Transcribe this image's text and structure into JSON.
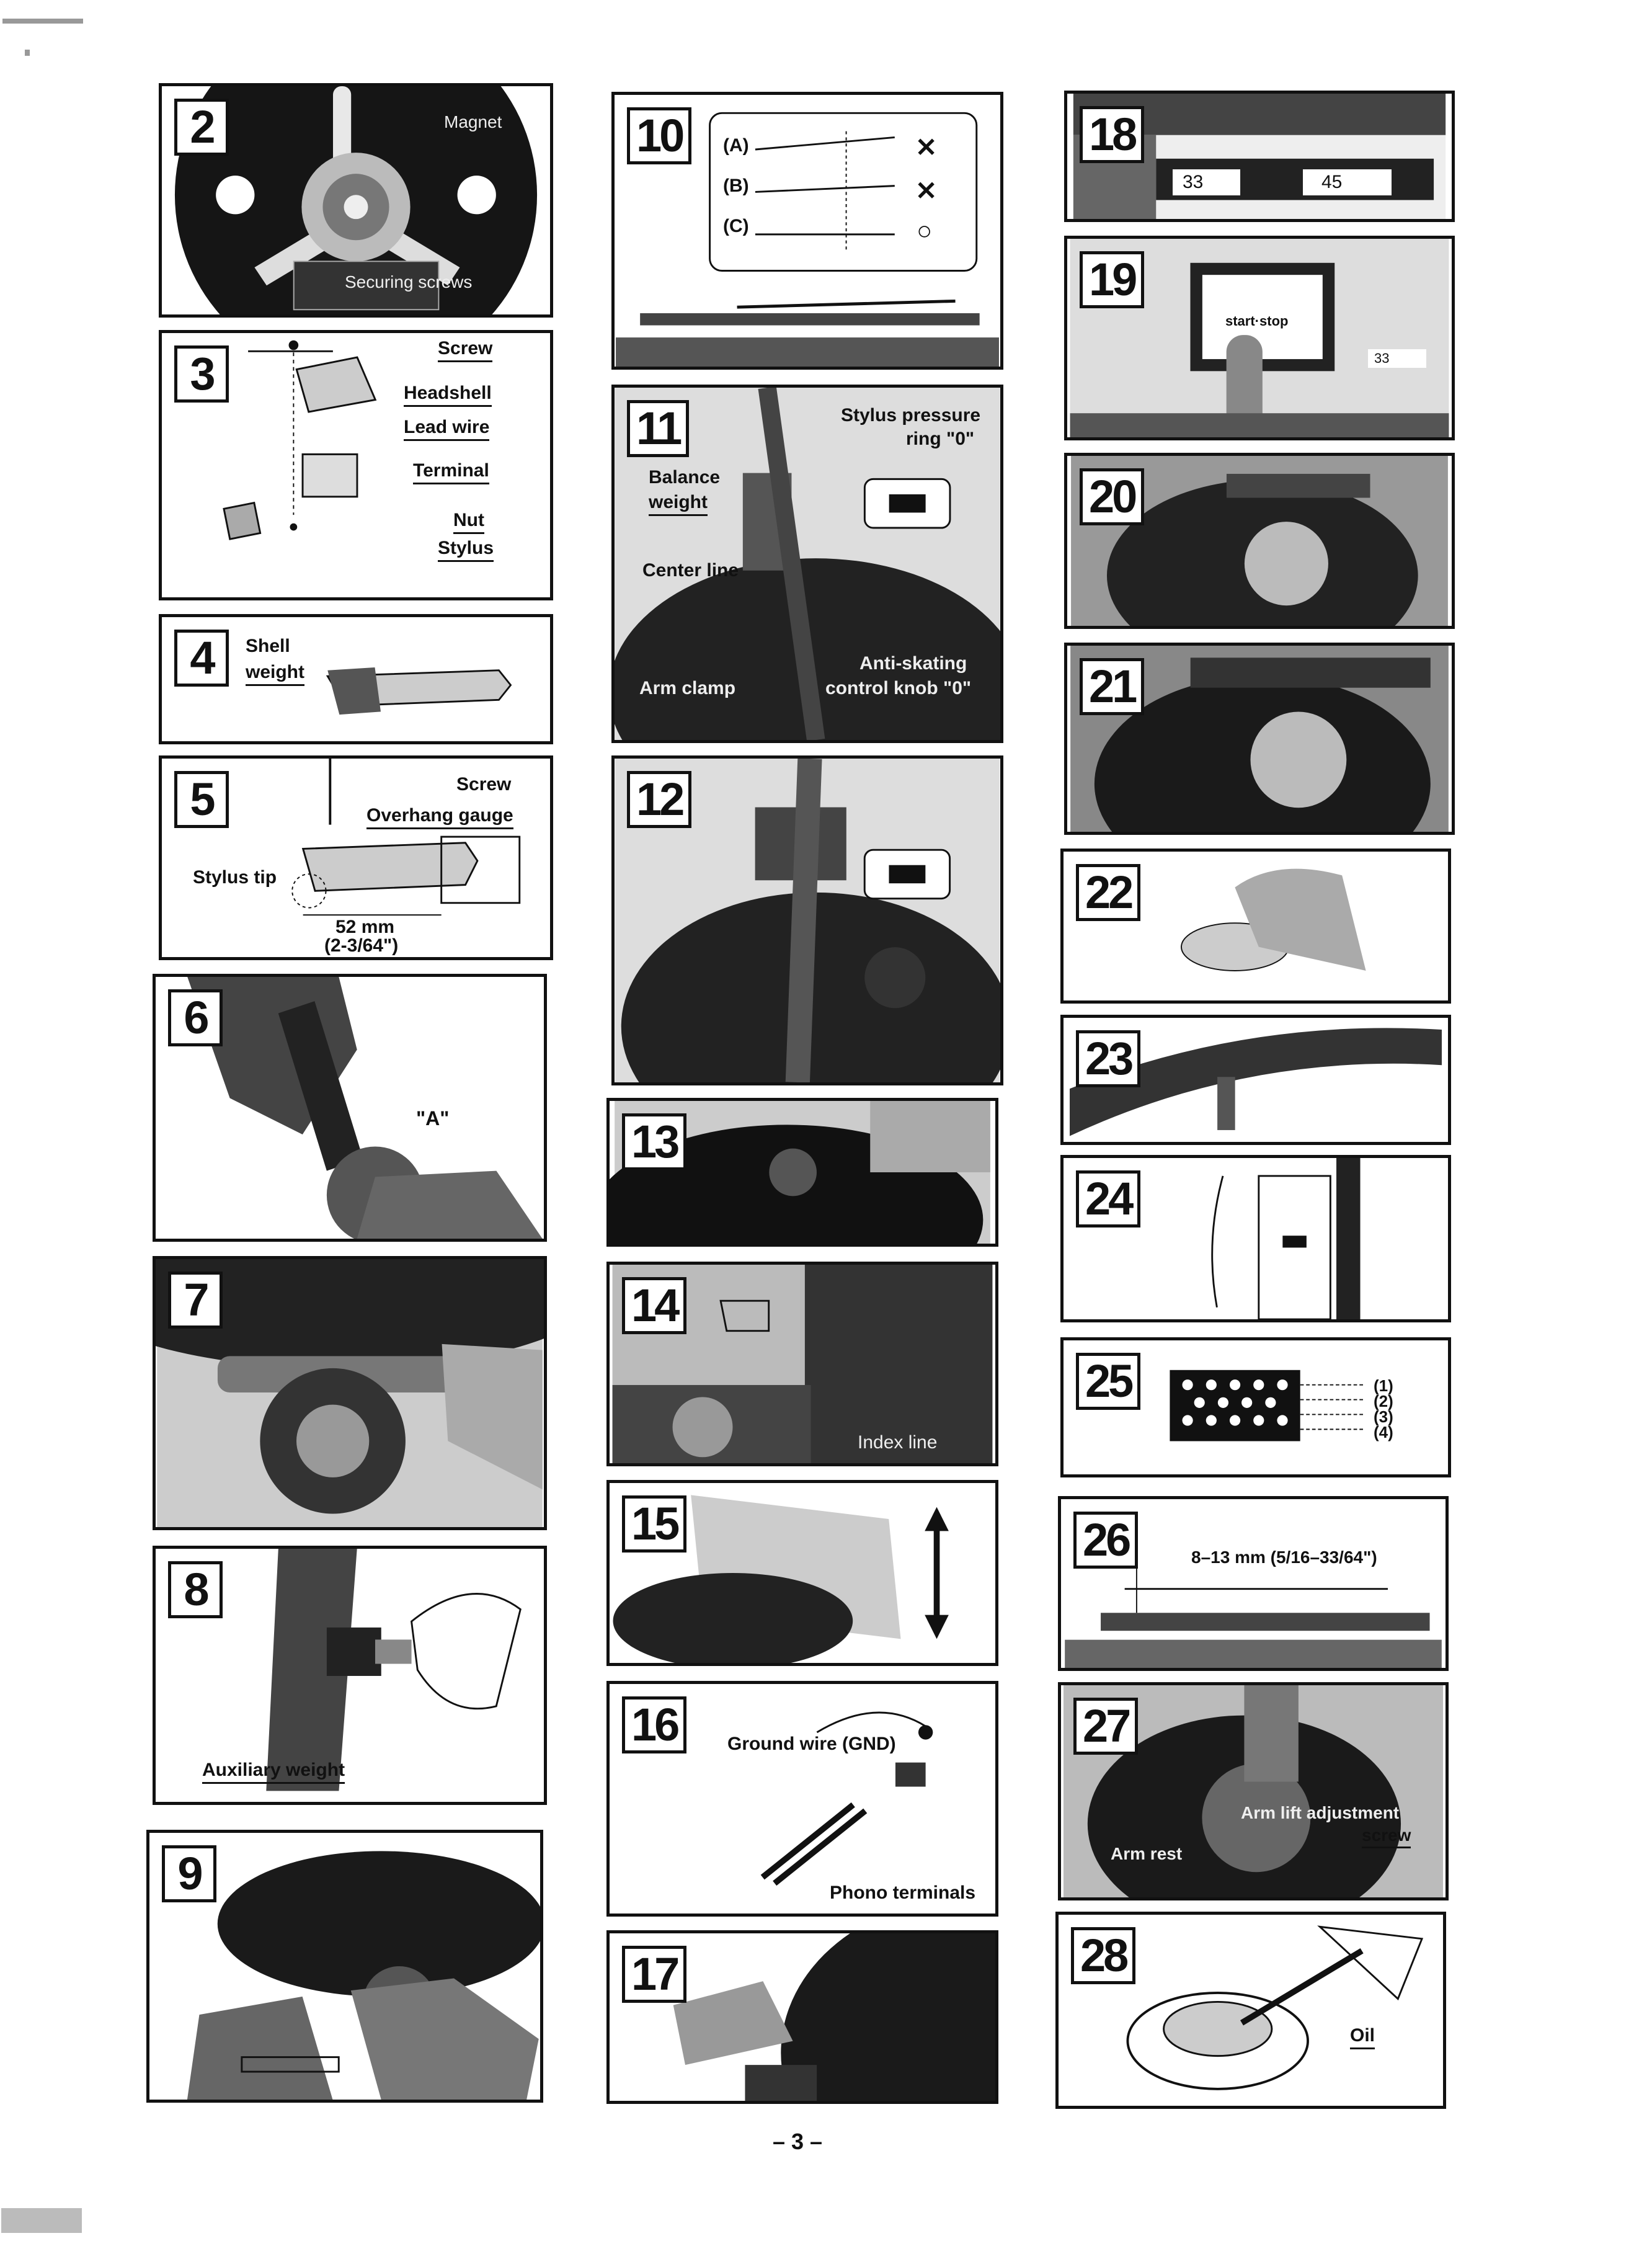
{
  "page_number": "– 3 –",
  "p2": {
    "num": "2",
    "magnet": "Magnet",
    "screws": "Securing screws"
  },
  "p3": {
    "num": "3",
    "screw": "Screw",
    "headshell": "Headshell",
    "lead_wire": "Lead wire",
    "terminal": "Terminal",
    "nut": "Nut",
    "stylus": "Stylus"
  },
  "p4": {
    "num": "4",
    "shell": "Shell",
    "weight": "weight"
  },
  "p5": {
    "num": "5",
    "screw": "Screw",
    "gauge": "Overhang gauge",
    "tip": "Stylus tip",
    "mm": "52 mm",
    "inch": "(2-3/64\")"
  },
  "p6": {
    "num": "6",
    "a": "\"A\""
  },
  "p7": {
    "num": "7"
  },
  "p8": {
    "num": "8",
    "aux": "Auxiliary weight"
  },
  "p9": {
    "num": "9"
  },
  "p10": {
    "num": "10",
    "a": "(A)",
    "b": "(B)",
    "c": "(C)",
    "ma": "✕",
    "mb": "✕",
    "mc": "○"
  },
  "p11": {
    "num": "11",
    "pressure1": "Stylus pressure",
    "pressure2": "ring \"0\"",
    "balance": "Balance",
    "weight": "weight",
    "center": "Center line",
    "antiskate": "Anti-skating",
    "knob": "control knob \"0\"",
    "armclamp": "Arm clamp"
  },
  "p12": {
    "num": "12"
  },
  "p13": {
    "num": "13"
  },
  "p14": {
    "num": "14",
    "index": "Index line"
  },
  "p15": {
    "num": "15"
  },
  "p16": {
    "num": "16",
    "gnd": "Ground wire (GND)",
    "phono": "Phono terminals"
  },
  "p17": {
    "num": "17"
  },
  "p18": {
    "num": "18",
    "b33": "33",
    "b45": "45"
  },
  "p19": {
    "num": "19",
    "startstop": "start·stop",
    "b33": "33"
  },
  "p20": {
    "num": "20"
  },
  "p21": {
    "num": "21"
  },
  "p22": {
    "num": "22"
  },
  "p23": {
    "num": "23"
  },
  "p24": {
    "num": "24"
  },
  "p25": {
    "num": "25",
    "l1": "(1)",
    "l2": "(2)",
    "l3": "(3)",
    "l4": "(4)"
  },
  "p26": {
    "num": "26",
    "range": "8–13 mm (5/16–33/64\")"
  },
  "p27": {
    "num": "27",
    "adj1": "Arm lift adjustment",
    "adj2": "screw",
    "arm": "Arm rest"
  },
  "p28": {
    "num": "28",
    "oil": "Oil"
  }
}
